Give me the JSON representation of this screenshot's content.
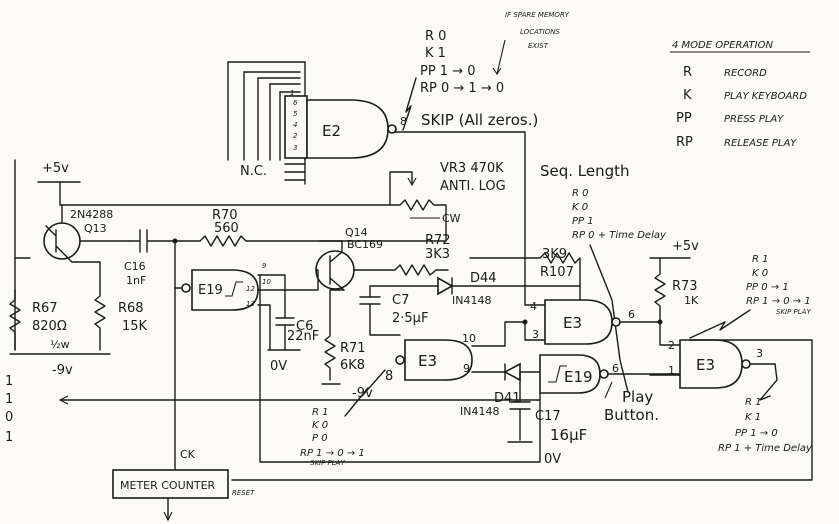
{
  "notes": {
    "spare_1": "IF SPARE MEMORY",
    "spare_2": "LOCATIONS",
    "spare_3": "EXIST",
    "skip_seq_1": "R 0",
    "skip_seq_2": "K 1",
    "skip_seq_3": "PP 1 → 0",
    "skip_seq_4": "RP 0 → 1 → 0",
    "skip_label": "SKIP (All zeros.)",
    "nc": "N.C.",
    "vr3_1": "VR3 470K",
    "vr3_2": "ANTI. LOG",
    "cw": "CW",
    "seq_length": "Seq. Length",
    "seq_1": "R 0",
    "seq_2": "K 0",
    "seq_3": "PP 1",
    "seq_4": "RP 0 + Time Delay",
    "play_button_1": "Play",
    "play_button_2": "Button.",
    "bottom_seq_1": "R 1",
    "bottom_seq_2": "K 0",
    "bottom_seq_3": "P 0",
    "bottom_seq_4": "RP 1 → 0 → 1",
    "bottom_seq_5": "SKIP PLAY",
    "out_seq_1": "R 1",
    "out_seq_2": "K 1",
    "out_seq_3": "PP 1 → 0",
    "out_seq_4": "RP 1 + Time Delay",
    "right_seq_1": "R 1",
    "right_seq_2": "K 0",
    "right_seq_3": "PP 0 → 1",
    "right_seq_4": "RP 1 → 0 → 1",
    "right_seq_5": "SKIP PLAY",
    "left_bits_1": "1",
    "left_bits_2": "1",
    "left_bits_3": "0",
    "left_bits_4": "1"
  },
  "mode_table": {
    "title": "4 MODE OPERATION",
    "rows": [
      {
        "code": "R",
        "desc": "RECORD"
      },
      {
        "code": "K",
        "desc": "PLAY KEYBOARD"
      },
      {
        "code": "PP",
        "desc": "PRESS PLAY"
      },
      {
        "code": "RP",
        "desc": "RELEASE PLAY"
      }
    ]
  },
  "components": {
    "e2": "E2",
    "e2_out_pin": "8",
    "e2_pins": [
      "1",
      "6",
      "5",
      "4",
      "2",
      "3"
    ],
    "plus5_left": "+5v",
    "minus9_left": "-9v",
    "q13_1": "2N4288",
    "q13_2": "Q13",
    "c16_1": "C16",
    "c16_2": "1nF",
    "r67_1": "R67",
    "r67_2": "820Ω",
    "r67_3": "½w",
    "r68_1": "R68",
    "r68_2": "15K",
    "r70_1": "R70",
    "r70_2": "560",
    "e19a": "E19",
    "e19a_pin9": "9",
    "e19a_pin10": "10",
    "e19a_pin12": "12",
    "e19a_pin13": "13",
    "c6_1": "C6",
    "c6_2": "22nF",
    "ov_1": "0V",
    "q14_1": "Q14",
    "q14_2": "BC169",
    "r72_1": "R72",
    "r72_2": "3K3",
    "r71_1": "R71",
    "r71_2": "6K8",
    "c7_1": "C7",
    "c7_2": "2·5µF",
    "minus9_mid": "-9v",
    "d44_1": "D44",
    "d44_2": "IN4148",
    "r107_1": "3K9",
    "r107_2": "R107",
    "e3a": "E3",
    "e3a_pin4": "4",
    "e3a_pin3": "3",
    "e3a_pin6": "6",
    "e3b": "E3",
    "e3b_pin8": "8",
    "e3b_pin9": "9",
    "e3b_pin10": "10",
    "d41_1": "D41",
    "d41_2": "IN4148",
    "e19b": "E19",
    "e19b_pin6": "6",
    "c17_1": "C17",
    "c17_2": "16µF",
    "ov_2": "0V",
    "plus5_right": "+5v",
    "r73_1": "R73",
    "r73_2": "1K",
    "e3c": "E3",
    "e3c_pin2": "2",
    "e3c_pin1": "1",
    "e3c_pin3": "3",
    "ck": "CK",
    "meter_counter": "METER COUNTER",
    "reset": "RESET"
  }
}
